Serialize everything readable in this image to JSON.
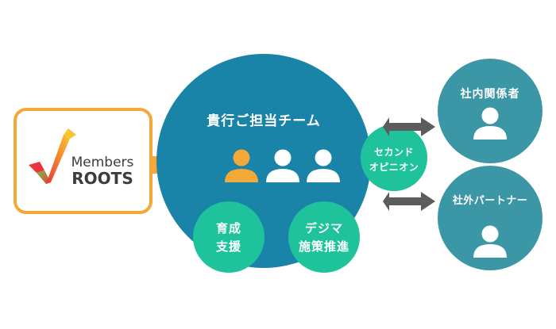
{
  "logo": {
    "line1": "Members",
    "line2": "ROOTS"
  },
  "team": {
    "title": "貴行ご担当チーム"
  },
  "bubbles": {
    "training": {
      "line1": "育成",
      "line2": "支援"
    },
    "digima": {
      "line1": "デジマ",
      "line2": "施策推進"
    },
    "second_opinion": {
      "line1": "セカンド",
      "line2": "オピニオン"
    }
  },
  "stakeholders": {
    "internal": "社内関係者",
    "external": "社外パートナー"
  },
  "colors": {
    "orange": "#f5a83a",
    "team_blue": "#1a83a8",
    "green": "#1ec39b",
    "teal": "#3b96a6",
    "arrow_gray": "#5c5c5c",
    "logo_text": "#3c3c3c"
  }
}
